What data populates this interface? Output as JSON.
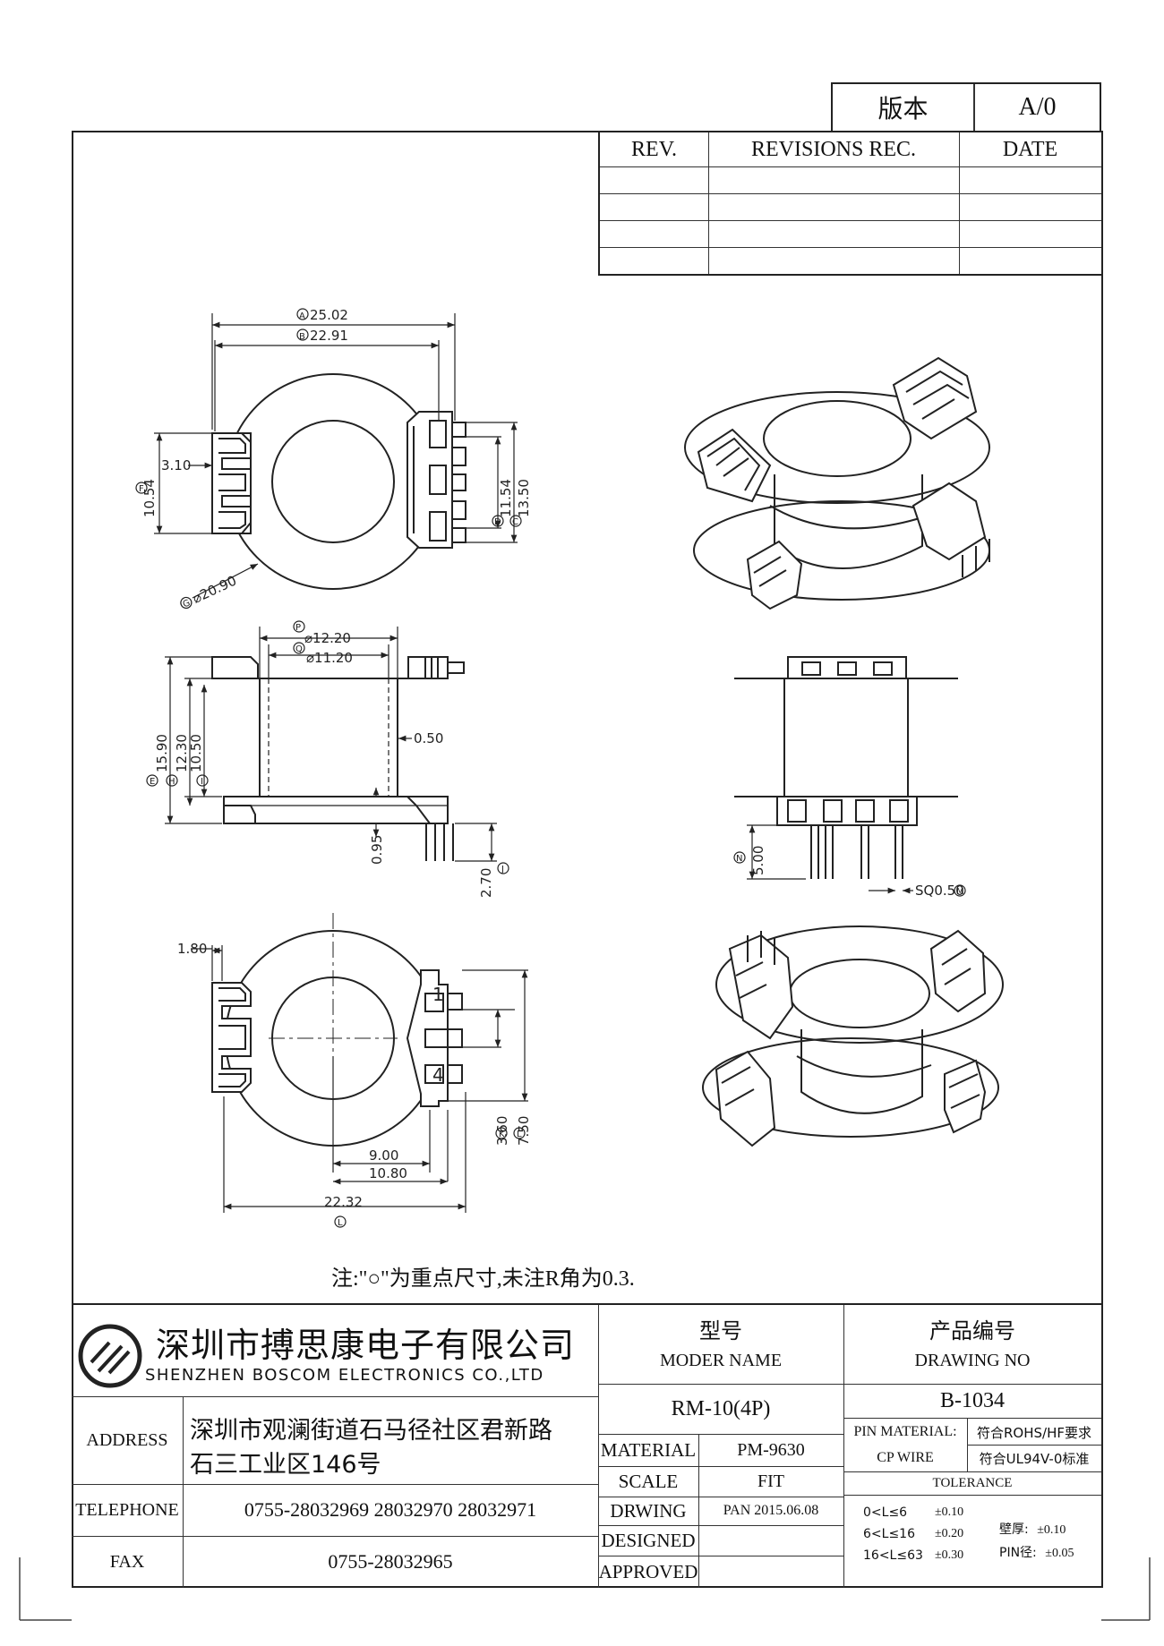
{
  "version": {
    "label": "版本",
    "value": "A/0"
  },
  "revisions": {
    "headers": [
      "REV.",
      "REVISIONS REC.",
      "DATE"
    ],
    "rows": 4
  },
  "views": {
    "top": {
      "A": "25.02",
      "B": "22.91",
      "left_slot": "3.10",
      "F": "10.54",
      "D": "11.54",
      "C": "13.50",
      "G": "⌀20.90",
      "mark_A": "A",
      "mark_B": "B",
      "mark_F": "F",
      "mark_D": "D",
      "mark_C": "C",
      "mark_G": "G"
    },
    "side": {
      "P": "⌀12.20",
      "Q": "⌀11.20",
      "wall": "0.50",
      "E": "15.90",
      "H": "12.30",
      "I": "10.50",
      "flange": "0.95",
      "J": "2.70",
      "mark_P": "P",
      "mark_Q": "Q",
      "mark_E": "E",
      "mark_H": "H",
      "mark_I": "I",
      "mark_J": "J"
    },
    "front": {
      "N": "5.00",
      "M": "SQ0.50",
      "mark_N": "N",
      "mark_M": "M"
    },
    "bottom": {
      "slot": "1.80",
      "pin1": "1",
      "pin4": "4",
      "K": "3.60",
      "L2": "7.50",
      "d9": "9.00",
      "d10": "10.80",
      "L": "22.32",
      "mark_K": "K",
      "mark_L2": "L",
      "mark_L": "L"
    }
  },
  "note": "注:\"○\"为重点尺寸,未注R角为0.3.",
  "title_block": {
    "company_cn": "深圳市搏思康电子有限公司",
    "company_en": "SHENZHEN BOSCOM ELECTRONICS CO.,LTD",
    "model_cn": "型号",
    "model_en": "MODER NAME",
    "drawing_cn": "产品编号",
    "drawing_en": "DRAWING NO",
    "model_value": "RM-10(4P)",
    "drawing_value": "B-1034",
    "address_label": "ADDRESS",
    "address_line1": "深圳市观澜街道石马径社区君新路",
    "address_line2": "石三工业区146号",
    "telephone_label": "TELEPHONE",
    "telephone_value": "0755-28032969 28032970 28032971",
    "fax_label": "FAX",
    "fax_value": "0755-28032965",
    "material_label": "MATERIAL",
    "material_value": "PM-9630",
    "scale_label": "SCALE",
    "scale_value": "FIT",
    "drawing_label": "DRWING",
    "drawing_by": "PAN 2015.06.08",
    "designed_label": "DESIGNED",
    "approved_label": "APPROVED",
    "pin_material_label": "PIN MATERIAL:",
    "cp_wire": "CP WIRE",
    "rohs": "符合ROHS/HF要求",
    "ul": "符合UL94V-0标准",
    "tolerance_label": "TOLERANCE",
    "tol_rows": [
      {
        "range": "0<L≤6",
        "tol": "±0.10"
      },
      {
        "range": "6<L≤16",
        "tol": "±0.20"
      },
      {
        "range": "16<L≤63",
        "tol": "±0.30"
      }
    ],
    "wall_label": "壁厚:",
    "wall_tol": "±0.10",
    "pin_label": "PIN径:",
    "pin_tol": "±0.05"
  }
}
